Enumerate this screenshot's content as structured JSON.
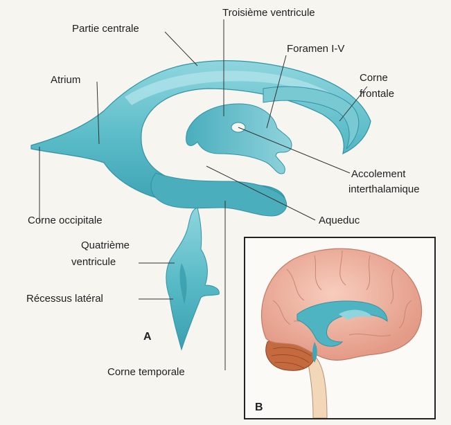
{
  "labels": {
    "troisieme_ventricule": "Troisième ventricule",
    "partie_centrale": "Partie centrale",
    "foramen_iv": "Foramen I-V",
    "atrium": "Atrium",
    "corne_frontale_line1": "Corne",
    "corne_frontale_line2": "frontale",
    "accolement_line1": "Accolement",
    "accolement_line2": "interthalamique",
    "corne_occipitale": "Corne occipitale",
    "aqueduc": "Aqueduc",
    "quatrieme_line1": "Quatrième",
    "quatrieme_line2": "ventricule",
    "recessus_lateral": "Récessus latéral",
    "corne_temporale": "Corne temporale"
  },
  "panels": {
    "a": "A",
    "b": "B"
  },
  "colors": {
    "ventricle": "#5bbcc8",
    "ventricle_dark": "#2f93a4",
    "ventricle_light": "#a9e0e6",
    "brain": "#f0b3a0",
    "cerebellum": "#c46a3e",
    "brainstem": "#f2d8b8",
    "leader": "#333333"
  }
}
